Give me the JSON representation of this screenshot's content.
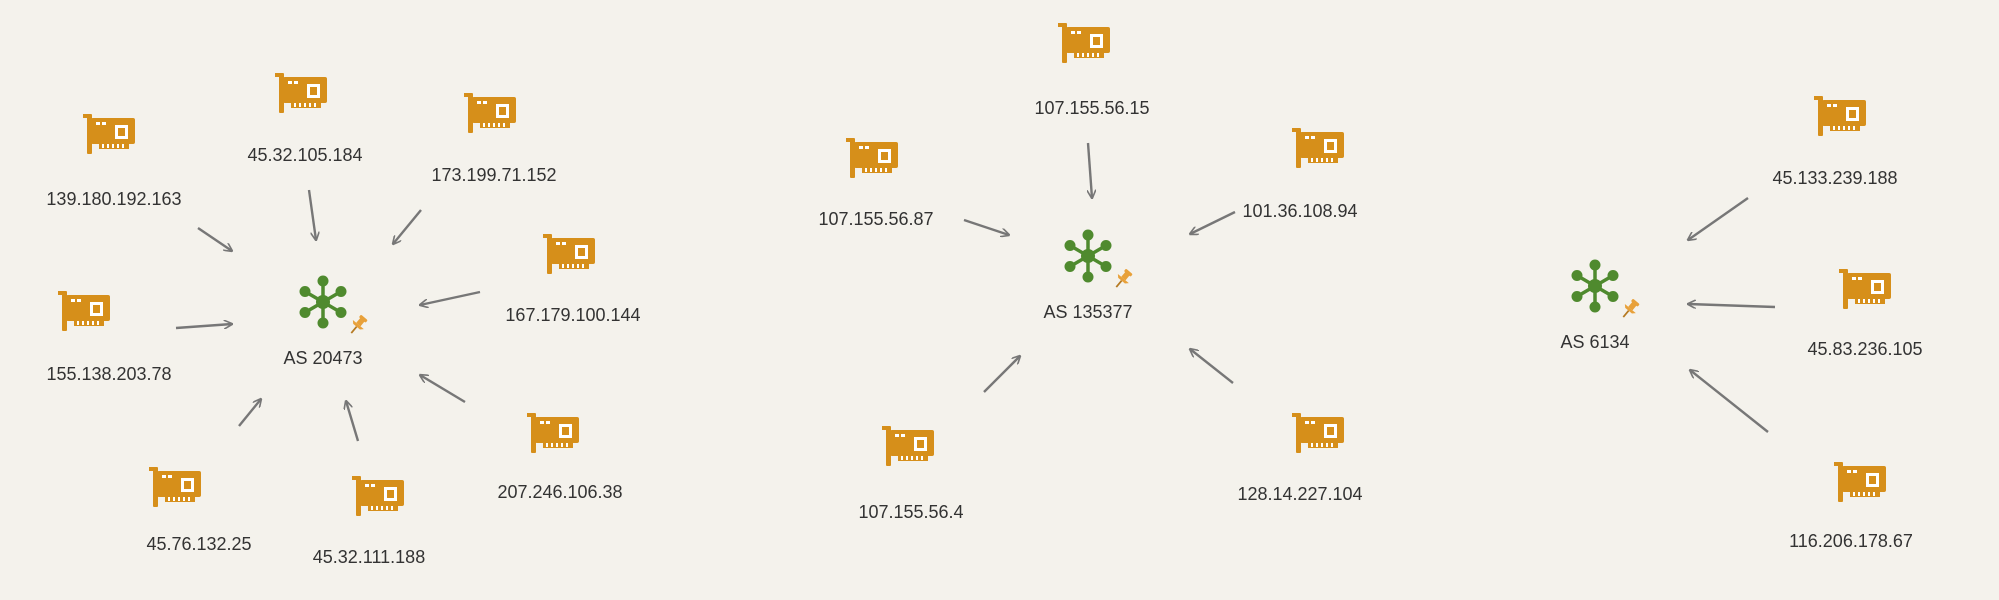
{
  "colors": {
    "background": "#f4f2ec",
    "card": "#d68f1a",
    "hub": "#4f8a2e",
    "pin": "#e8a13a",
    "arrow": "#777777",
    "text": "#333333"
  },
  "icons": {
    "ip_node": "network-card-icon",
    "as_node": "network-hub-icon",
    "pin": "pushpin-icon"
  },
  "clusters": [
    {
      "as_label": "AS 20473",
      "ips": [
        "45.32.105.184",
        "173.199.71.152",
        "139.180.192.163",
        "167.179.100.144",
        "155.138.203.78",
        "207.246.106.38",
        "45.76.132.25",
        "45.32.111.188"
      ]
    },
    {
      "as_label": "AS 135377",
      "ips": [
        "107.155.56.15",
        "107.155.56.87",
        "101.36.108.94",
        "107.155.56.4",
        "128.14.227.104"
      ]
    },
    {
      "as_label": "AS 6134",
      "ips": [
        "45.133.239.188",
        "45.83.236.105",
        "116.206.178.67"
      ]
    }
  ]
}
